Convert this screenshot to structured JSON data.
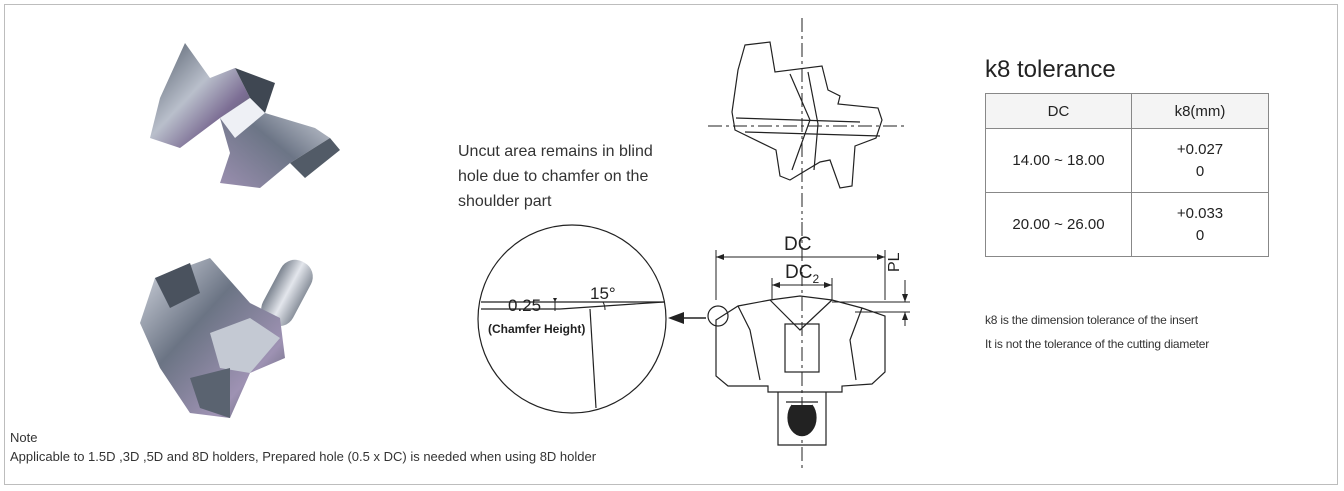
{
  "caption": {
    "lines": [
      "Uncut area remains in blind",
      "hole due to chamfer on the",
      "shoulder part"
    ]
  },
  "diagram": {
    "dc_label": "DC",
    "dc2_label": "DC",
    "dc2_sub": "2",
    "pl_label": "PL",
    "chamfer_value": "0.25",
    "chamfer_angle": "15°",
    "chamfer_caption": "(Chamfer Height)"
  },
  "tolerance": {
    "title": "k8 tolerance",
    "headers": [
      "DC",
      "k8(mm)"
    ],
    "rows": [
      {
        "dc": "14.00 ~ 18.00",
        "upper": "+0.027",
        "lower": "0"
      },
      {
        "dc": "20.00 ~ 26.00",
        "upper": "+0.033",
        "lower": "0"
      }
    ],
    "notes": [
      "k8 is the dimension tolerance of the insert",
      "It is not the tolerance of the cutting diameter"
    ]
  },
  "footer": {
    "label": "Note",
    "text": "Applicable to 1.5D ,3D ,5D and 8D holders, Prepared hole (0.5 x DC) is needed when using 8D holder"
  },
  "colors": {
    "frame": "#bdbdbd",
    "insert_metal_dark": "#5c6670",
    "insert_metal_light": "#c8ccd6",
    "insert_tint": "#8b7aa0"
  }
}
